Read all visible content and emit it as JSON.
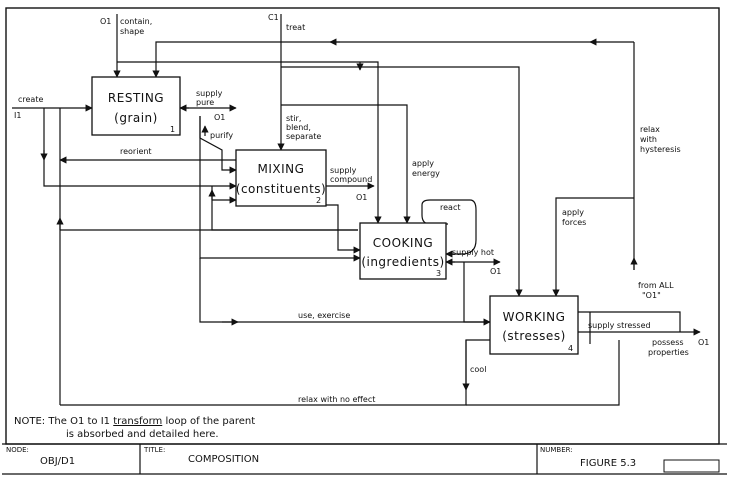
{
  "boxes": [
    {
      "title": "RESTING",
      "subtitle": "(grain)",
      "number": "1"
    },
    {
      "title": "MIXING",
      "subtitle": "(constituents)",
      "number": "2"
    },
    {
      "title": "COOKING",
      "subtitle": "(ingredients)",
      "number": "3"
    },
    {
      "title": "WORKING",
      "subtitle": "(stresses)",
      "number": "4"
    }
  ],
  "labels": {
    "o1_top": "O1",
    "contain_shape_1": "contain,",
    "contain_shape_2": "shape",
    "c1_top": "C1",
    "treat": "treat",
    "create": "create",
    "i1": "I1",
    "supply_pure_1": "supply",
    "supply_pure_2": "pure",
    "o1_pure": "O1",
    "purify": "purify",
    "reorient": "reorient",
    "stir_1": "stir,",
    "stir_2": "blend,",
    "stir_3": "separate",
    "supply_compound_1": "supply",
    "supply_compound_2": "compound",
    "o1_compound": "O1",
    "apply_energy_1": "apply",
    "apply_energy_2": "energy",
    "react": "react",
    "supply_hot": "supply hot",
    "o1_hot": "O1",
    "apply_forces_1": "apply",
    "apply_forces_2": "forces",
    "relax_1": "relax",
    "relax_2": "with",
    "relax_3": "hysteresis",
    "from_all_1": "from ALL",
    "from_all_2": "\"O1\"",
    "use_exercise": "use, exercise",
    "supply_stressed": "supply stressed",
    "possess_1": "possess",
    "possess_2": "properties",
    "o1_out": "O1",
    "cool": "cool",
    "relax_no_effect": "relax with no effect"
  },
  "note": {
    "line1_prefix": "NOTE:  The O1 to I1 ",
    "line1_underlined": "transform",
    "line1_suffix": " loop of the parent",
    "line2": "is absorbed and detailed here."
  },
  "footer": {
    "node_label": "NODE:",
    "node_value": "OBJ/D1",
    "title_label": "TITLE:",
    "title_value": "COMPOSITION",
    "number_label": "NUMBER:",
    "number_value": "FIGURE 5.3"
  }
}
